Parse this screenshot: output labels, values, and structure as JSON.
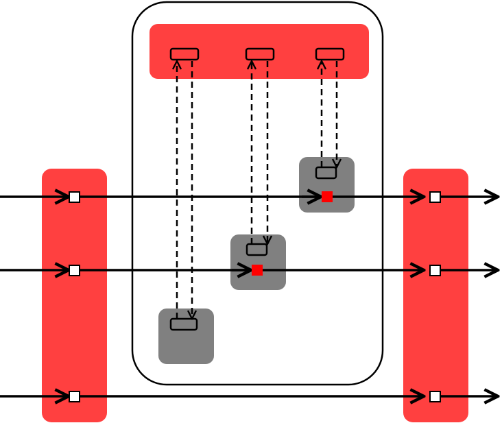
{
  "colors": {
    "background": "#ffffff",
    "outline": "#000000",
    "red_block": "#ff4040",
    "gray_block": "#808080",
    "active_port": "#ff0000"
  },
  "diagram": {
    "left_bar": {
      "shape": "rounded-rect",
      "fill": "red"
    },
    "right_bar": {
      "shape": "rounded-rect",
      "fill": "red"
    },
    "container": {
      "shape": "rounded-rect",
      "fill": "white",
      "outline": true
    },
    "top_bar": {
      "shape": "rounded-rect",
      "fill": "red",
      "ports": 3
    },
    "gray_blocks": [
      {
        "id": "upper",
        "connected_to_line": 1,
        "has_active_port": true
      },
      {
        "id": "middle",
        "connected_to_line": 2,
        "has_active_port": true
      },
      {
        "id": "lower",
        "connected_to_line": null,
        "has_active_port": false
      }
    ],
    "lines": [
      {
        "id": "line-1",
        "passes_through_gray_block": "upper"
      },
      {
        "id": "line-2",
        "passes_through_gray_block": "middle"
      },
      {
        "id": "line-3",
        "passes_through_gray_block": null
      }
    ],
    "dashed_links": [
      {
        "top_port": 1,
        "gray_block": "lower"
      },
      {
        "top_port": 2,
        "gray_block": "middle"
      },
      {
        "top_port": 3,
        "gray_block": "upper"
      }
    ]
  }
}
